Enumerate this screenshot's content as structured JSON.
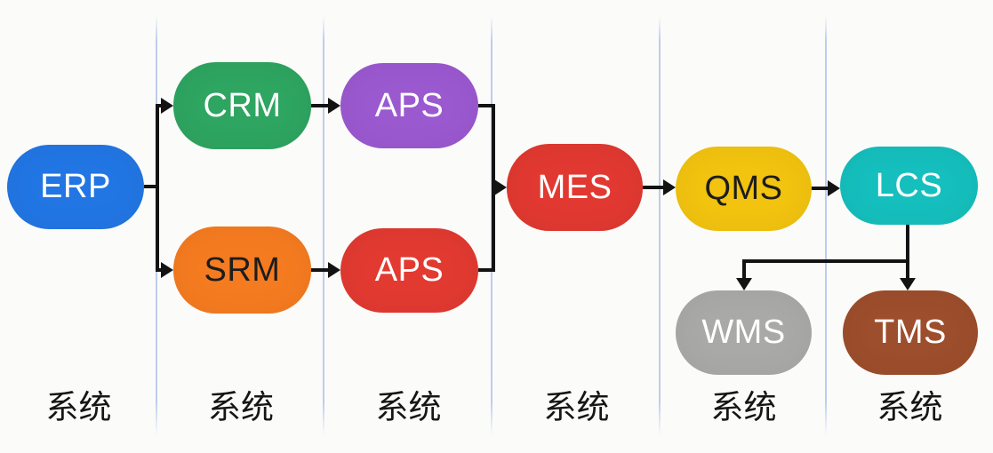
{
  "diagram": {
    "type": "flowchart",
    "description_nodes_note": "enterprise system landscape flow",
    "nodes": [
      {
        "id": "erp",
        "label": "ERP",
        "fill": "#2276e4",
        "text_color": "#ffffff"
      },
      {
        "id": "crm",
        "label": "CRM",
        "fill": "#2ea561",
        "text_color": "#ffffff"
      },
      {
        "id": "aps_top",
        "label": "APS",
        "fill": "#9b59d0",
        "text_color": "#ffffff"
      },
      {
        "id": "srm",
        "label": "SRM",
        "fill": "#f57b20",
        "text_color": "#1d1d1d"
      },
      {
        "id": "aps_bottom",
        "label": "APS",
        "fill": "#e23a31",
        "text_color": "#ffffff"
      },
      {
        "id": "mes",
        "label": "MES",
        "fill": "#e13931",
        "text_color": "#ffffff"
      },
      {
        "id": "qms",
        "label": "QMS",
        "fill": "#f2c30f",
        "text_color": "#1d1d1d"
      },
      {
        "id": "lcs",
        "label": "LCS",
        "fill": "#15bfbd",
        "text_color": "#ffffff"
      },
      {
        "id": "wms",
        "label": "WMS",
        "fill": "#a9a9a7",
        "text_color": "#ffffff"
      },
      {
        "id": "tms",
        "label": "TMS",
        "fill": "#9d4e2c",
        "text_color": "#ffffff"
      }
    ],
    "edges": [
      {
        "from": "erp",
        "to": "crm"
      },
      {
        "from": "erp",
        "to": "srm"
      },
      {
        "from": "crm",
        "to": "aps_top"
      },
      {
        "from": "srm",
        "to": "aps_bottom"
      },
      {
        "from": "aps_top",
        "to": "mes"
      },
      {
        "from": "aps_bottom",
        "to": "mes"
      },
      {
        "from": "mes",
        "to": "qms"
      },
      {
        "from": "qms",
        "to": "lcs"
      },
      {
        "from": "lcs",
        "to": "wms"
      },
      {
        "from": "lcs",
        "to": "tms"
      }
    ],
    "column_labels": [
      "系统",
      "系统",
      "系统",
      "系统",
      "系统",
      "系统"
    ],
    "colors": {
      "background": "#fbfbf9",
      "divider": "#bacaee",
      "connector": "#131313"
    }
  }
}
